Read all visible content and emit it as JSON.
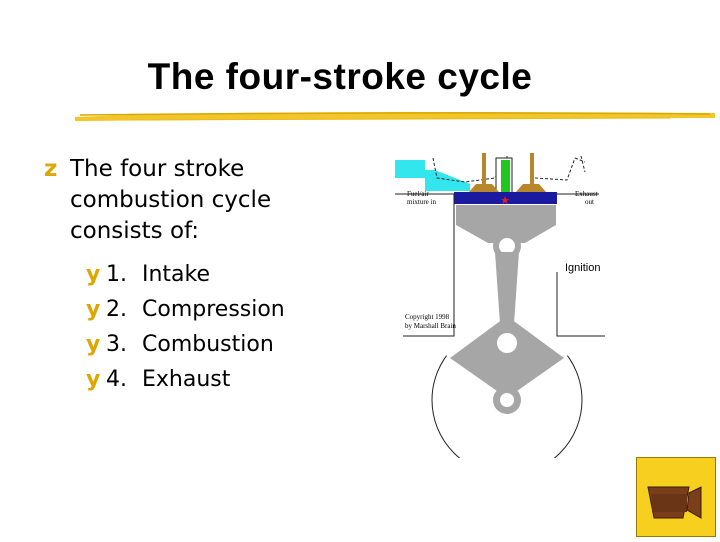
{
  "slide": {
    "title": "The four-stroke cycle",
    "main_bullet": "The four stroke combustion cycle consists of:",
    "items": [
      {
        "number": "1.",
        "label": "Intake"
      },
      {
        "number": "2.",
        "label": "Compression"
      },
      {
        "number": "3.",
        "label": "Combustion"
      },
      {
        "number": "4.",
        "label": "Exhaust"
      }
    ]
  },
  "diagram": {
    "fuel_label_1": "Fuel/air",
    "fuel_label_2": "mixture in",
    "exhaust_label_1": "Exhaust",
    "exhaust_label_2": "out",
    "ignition_label": "Ignition",
    "copyright_1": "Copyright 1998",
    "copyright_2": "by Marshall Brain"
  },
  "media_button": {
    "icon": "video-camera-icon"
  },
  "colors": {
    "bullet": "#e0a600",
    "intake": "#33e6ee",
    "combustion_chamber": "#1a1aa0",
    "piston": "#a6a6a6",
    "valve": "#b8862b",
    "spark_plug": "#1ec81e",
    "button": "#f7cf1e"
  }
}
